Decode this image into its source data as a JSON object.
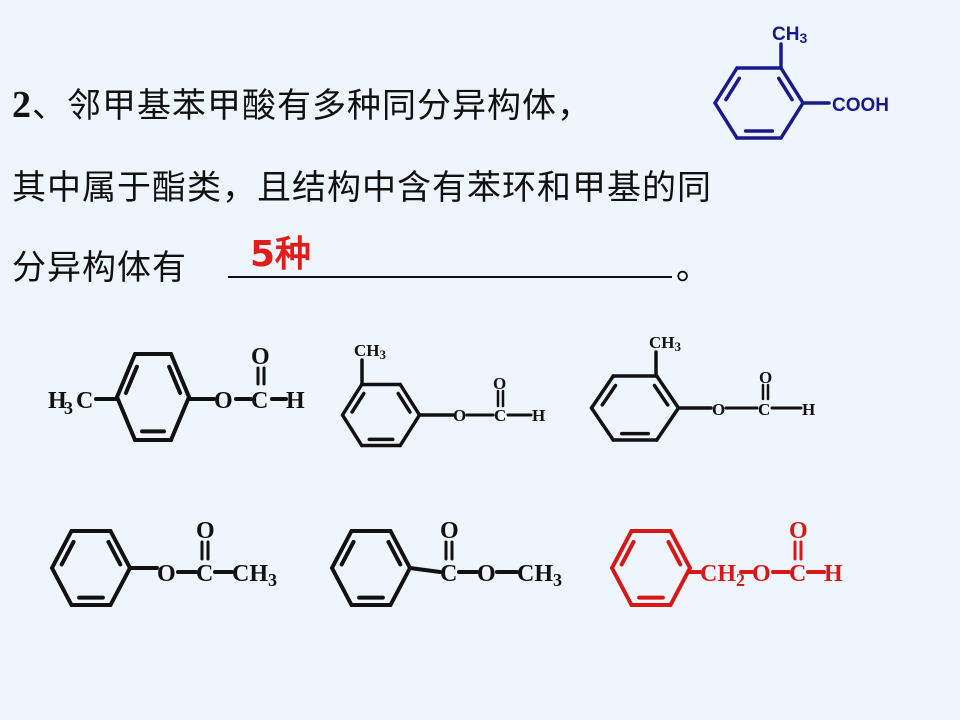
{
  "question": {
    "number": "2",
    "line1": "、邻甲基苯甲酸有多种同分异构体，",
    "line2": "其中属于酯类，且结构中含有苯环和甲基的同",
    "line3": "分异构体有",
    "answer": "5种",
    "period": "。"
  },
  "reference_structure": {
    "name": "邻甲基苯甲酸",
    "ch3": "CH",
    "ch3_sub": "3",
    "cooh": "COOH",
    "color": "#1a1a8c"
  },
  "isomers": [
    {
      "labels": {
        "h3c_a": "H",
        "h3c_sub": "3",
        "h3c_b": "C",
        "o": "O",
        "c": "C",
        "o_top": "O",
        "h": "H"
      }
    },
    {
      "labels": {
        "ch": "CH",
        "ch_sub": "3",
        "o": "O",
        "c": "C",
        "o_top": "O",
        "h": "H"
      }
    },
    {
      "labels": {
        "ch": "CH",
        "ch_sub": "3",
        "o": "O",
        "c": "C",
        "o_top": "O",
        "h": "H"
      }
    },
    {
      "labels": {
        "o": "O",
        "c": "C",
        "o_top": "O",
        "ch": "CH",
        "ch_sub": "3"
      }
    },
    {
      "labels": {
        "c": "C",
        "o_top": "O",
        "o": "O",
        "ch": "CH",
        "ch_sub": "3"
      }
    },
    {
      "labels": {
        "ch": "CH",
        "ch_sub": "2",
        "o": "O",
        "c": "C",
        "o_top": "O",
        "h": "H"
      },
      "color": "#d81818"
    }
  ],
  "colors": {
    "answer": "#e21b1b",
    "text": "#111111"
  }
}
